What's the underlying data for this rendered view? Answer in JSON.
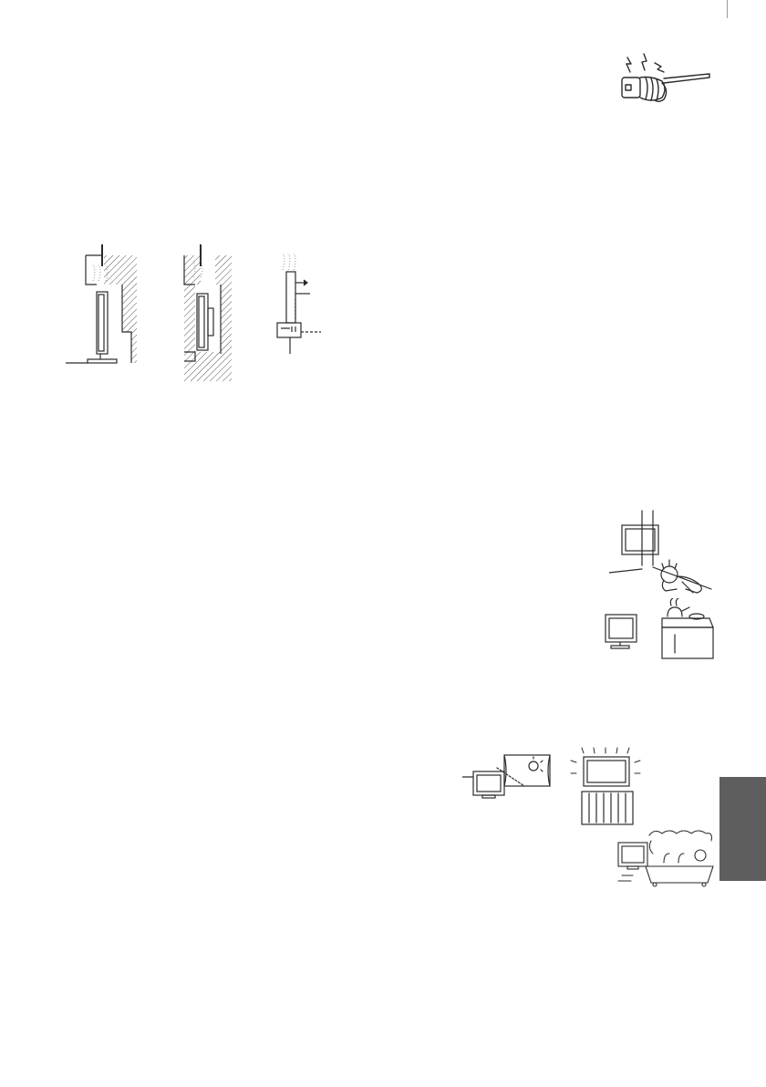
{
  "page": {
    "background": "#ffffff",
    "line_color": "#2b2b2b",
    "hatch_color": "#555555",
    "side_tab_color": "#5e5e5e"
  },
  "illustrations": [
    {
      "id": "power-cord-damage",
      "icon": "plug-sparks-icon"
    },
    {
      "id": "ventilation-stand",
      "icon": "tv-on-stand-recess-icon"
    },
    {
      "id": "ventilation-wall-mount",
      "icon": "tv-wall-mounted-recess-icon"
    },
    {
      "id": "ventilation-airflow",
      "icon": "airflow-clearance-icon"
    },
    {
      "id": "child-hazard",
      "icon": "child-under-tv-icon"
    },
    {
      "id": "kitchen-steam",
      "icon": "tv-near-kettle-icon"
    },
    {
      "id": "direct-sunlight",
      "icon": "tv-near-sunny-window-icon"
    },
    {
      "id": "heat-source",
      "icon": "tv-over-radiator-icon"
    },
    {
      "id": "bathroom-humidity",
      "icon": "tv-in-bathroom-icon"
    }
  ]
}
